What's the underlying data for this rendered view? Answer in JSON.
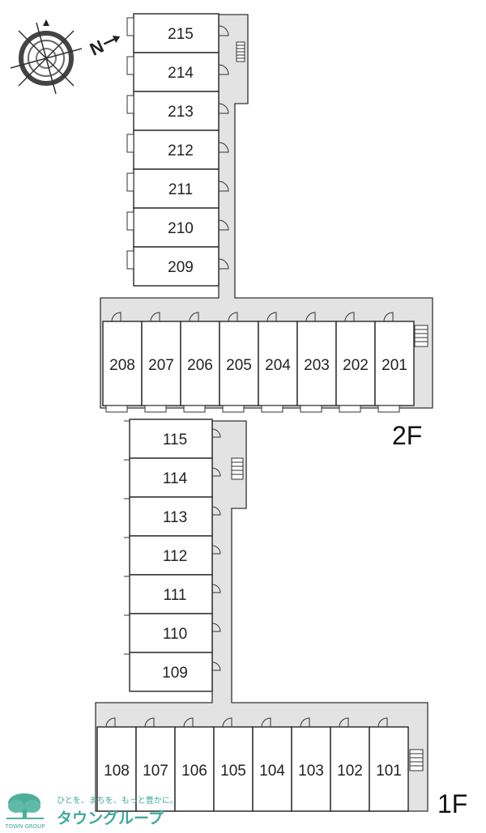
{
  "compass": {
    "label": "N",
    "icon": "compass-icon"
  },
  "floors": {
    "second": {
      "label": "2F",
      "wing_rooms": [
        "215",
        "214",
        "213",
        "212",
        "211",
        "210",
        "209"
      ],
      "row_rooms": [
        "208",
        "207",
        "206",
        "205",
        "204",
        "203",
        "202",
        "201"
      ]
    },
    "first": {
      "label": "1F",
      "wing_rooms": [
        "115",
        "114",
        "113",
        "112",
        "111",
        "110",
        "109"
      ],
      "row_rooms": [
        "108",
        "107",
        "106",
        "105",
        "104",
        "103",
        "102",
        "101"
      ]
    }
  },
  "logo": {
    "small_text": "TOWN GROUP",
    "tagline": "ひとを、まちを、もっと豊かに。",
    "name": "タウングループ",
    "icon": "tree-logo-icon"
  },
  "colors": {
    "corridor": "#e3e3e3",
    "line": "#333333",
    "brand": "#3fa99b"
  }
}
